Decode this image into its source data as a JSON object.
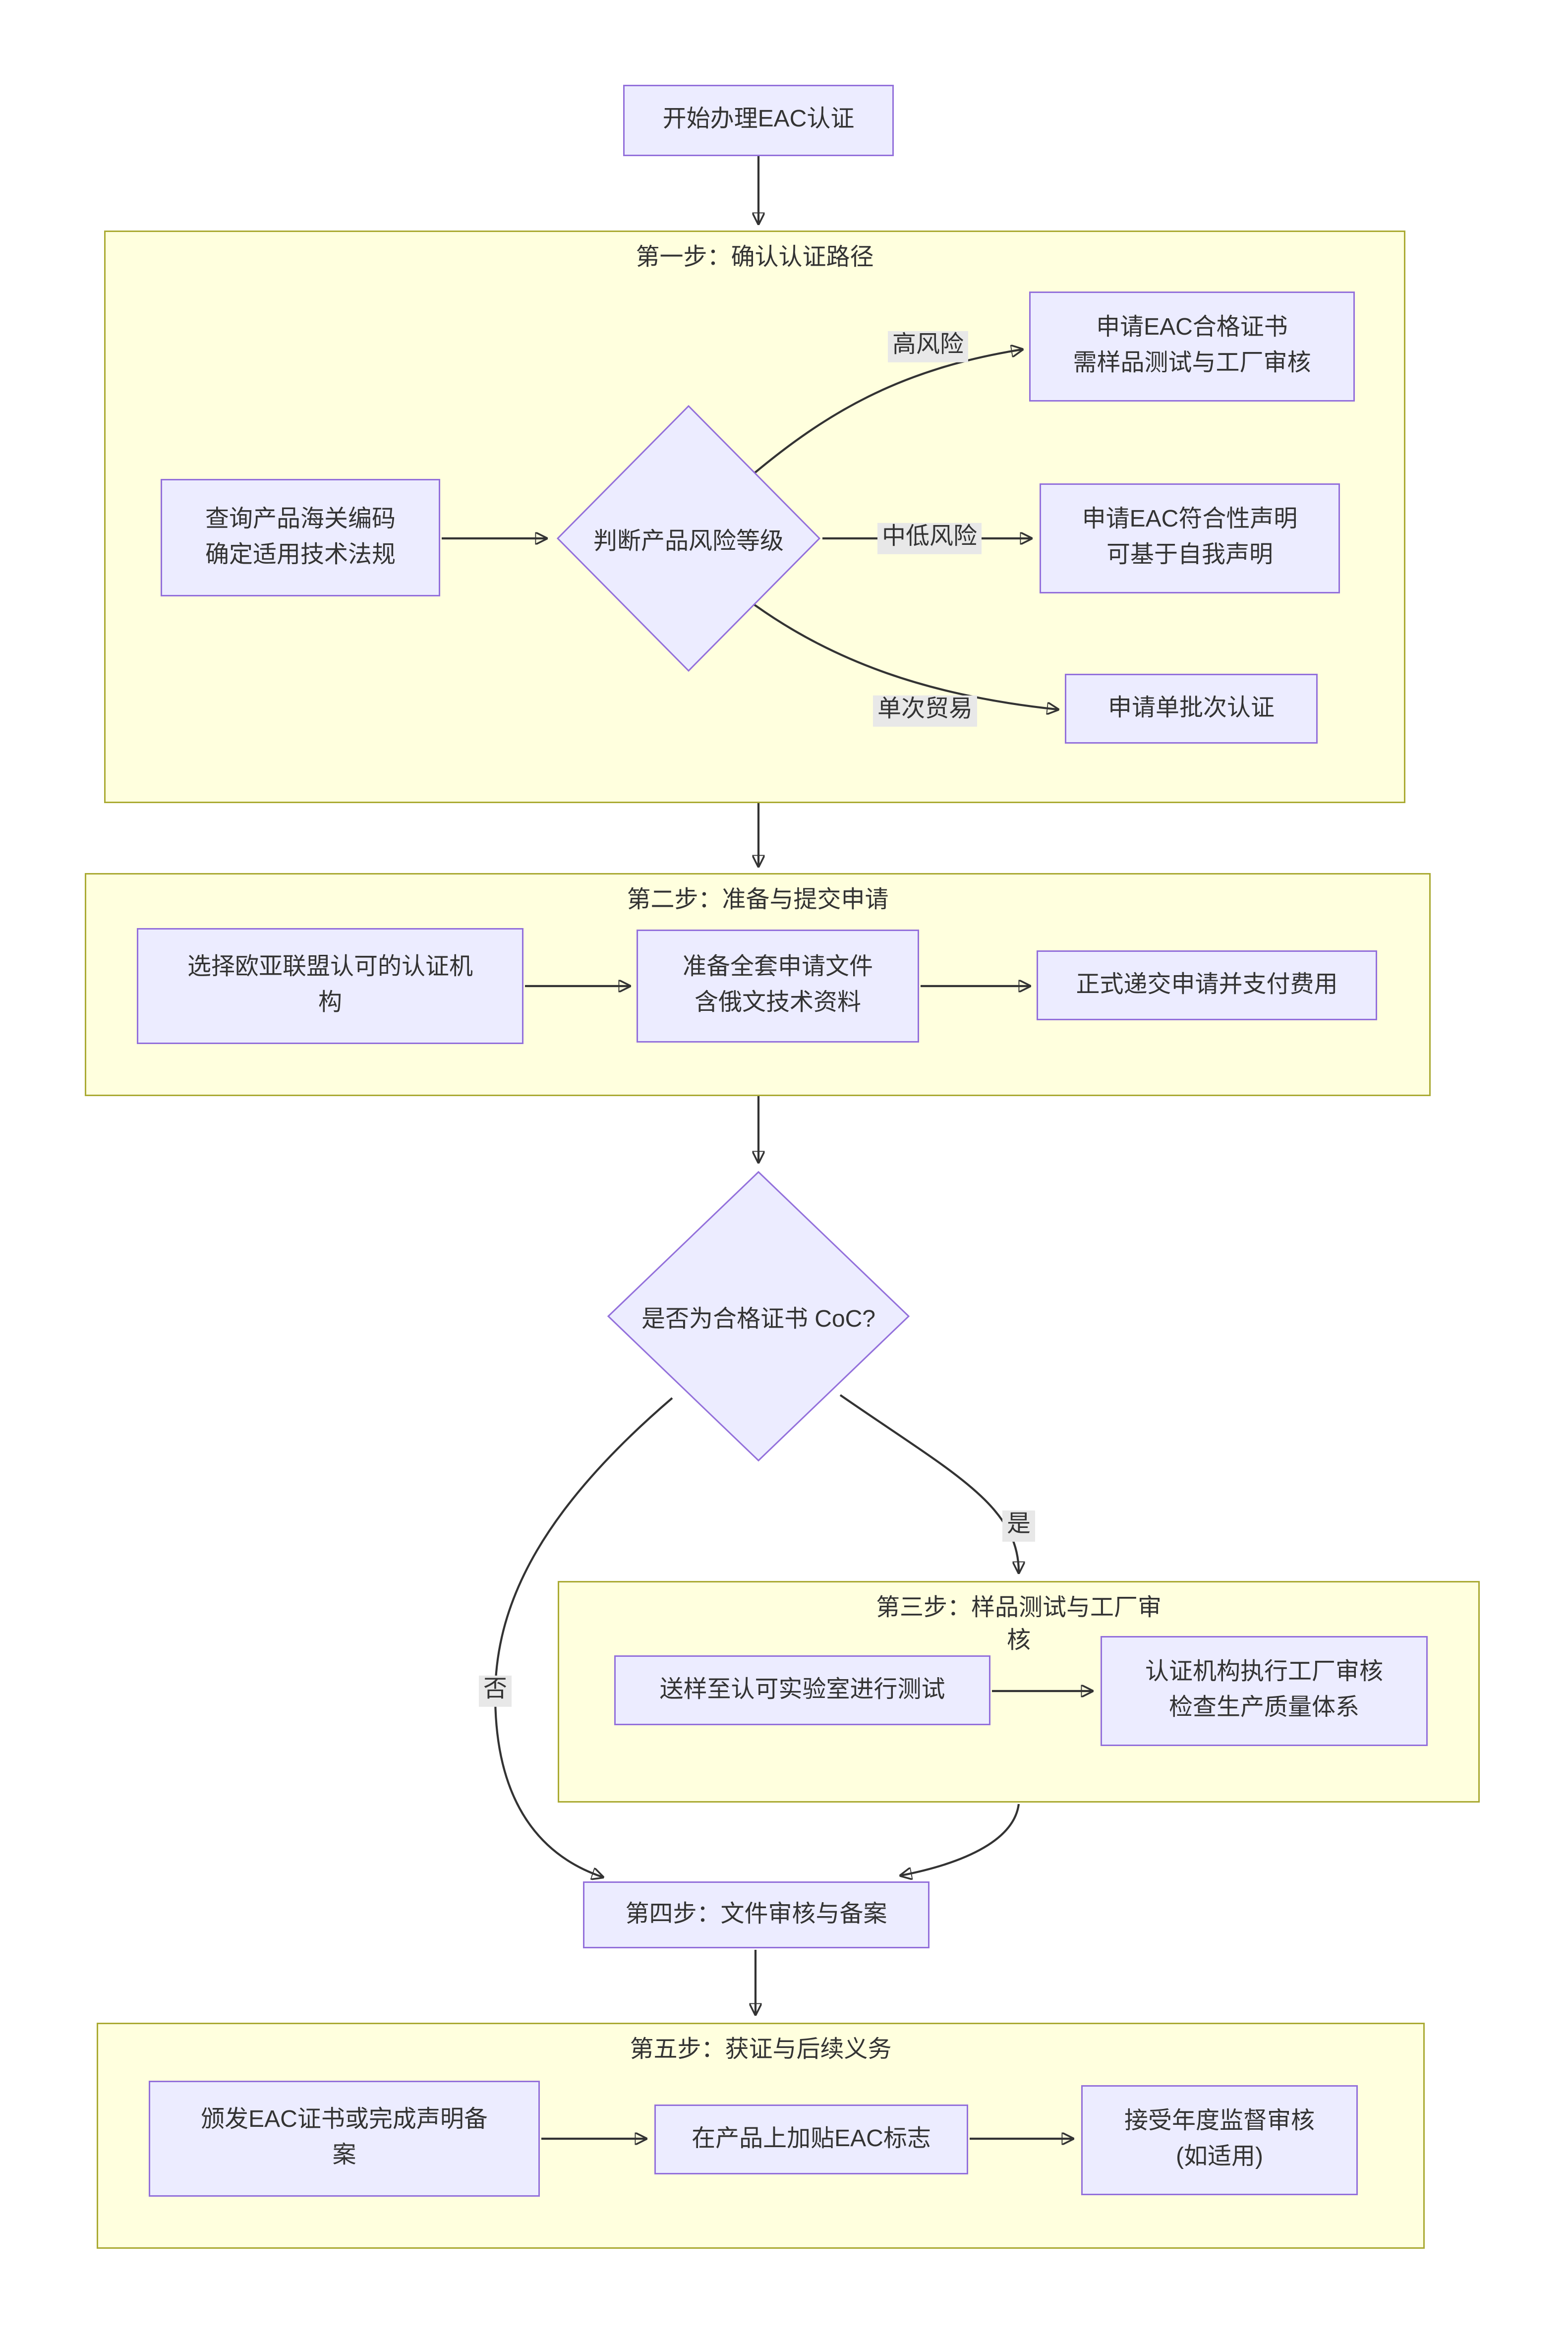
{
  "diagram": {
    "start": "开始办理EAC认证",
    "step1": {
      "title": "第一步：确认认证路径",
      "query": "查询产品海关编码\n确定适用技术法规",
      "decision": "判断产品风险等级",
      "edge_high": "高风险",
      "edge_mid_low": "中低风险",
      "edge_single": "单次贸易",
      "coc": "申请EAC合格证书\n需样品测试与工厂审核",
      "doc": "申请EAC符合性声明\n可基于自我声明",
      "batch": "申请单批次认证"
    },
    "step2": {
      "title": "第二步：准备与提交申请",
      "choose_body": "选择欧亚联盟认可的认证机\n构",
      "prepare_docs": "准备全套申请文件\n含俄文技术资料",
      "submit": "正式递交申请并支付费用"
    },
    "coc_decision": "是否为合格证书 CoC?",
    "edge_yes": "是",
    "edge_no": "否",
    "step3": {
      "title": "第三步：样品测试与工厂审\n核",
      "sample_test": "送样至认可实验室进行测试",
      "factory_audit": "认证机构执行工厂审核\n检查生产质量体系"
    },
    "step4": "第四步：文件审核与备案",
    "step5": {
      "title": "第五步：获证与后续义务",
      "issue": "颁发EAC证书或完成声明备\n案",
      "mark": "在产品上加贴EAC标志",
      "surveillance": "接受年度监督审核\n(如适用)"
    },
    "colors": {
      "node_fill": "#ECECFF",
      "node_border": "#9370DB",
      "cluster_fill": "#FFFFDE",
      "cluster_border": "#AAAA33",
      "edge": "#333333",
      "edge_label_bg": "#E8E8E8",
      "text": "#333333"
    }
  }
}
